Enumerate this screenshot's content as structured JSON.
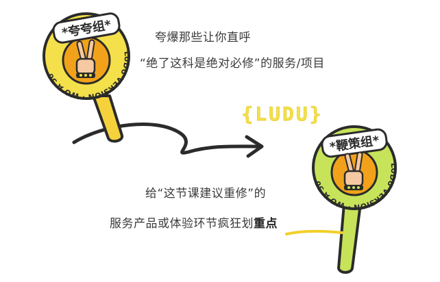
{
  "colors": {
    "yellow_sign": "#f3e04a",
    "green_sign": "#c7e35a",
    "center_orange": "#f1a21a",
    "outline": "#2b2b2b",
    "stick": "#f5d23c",
    "brand": "#f4e04a",
    "underline": "#f2cf2a"
  },
  "left_sign": {
    "title": "*夸夸组*",
    "ring_text": "LUDU VERSION · WO A 50",
    "icon": "victory-hand-icon"
  },
  "right_sign": {
    "title": "*鞭策组*",
    "ring_text": "LUDU VERSION · WO A 50",
    "icon": "victory-hand-icon"
  },
  "brand_text": "{LUDU}",
  "text_top": {
    "line1": "夸爆那些让你直呼",
    "line2": "“绝了这科是绝对必修”的服务/项目"
  },
  "text_bottom": {
    "line1": "给“这节课建议重修”的",
    "line2_plain": "服务产品或体验环节疯狂划",
    "line2_bold": "重点"
  }
}
